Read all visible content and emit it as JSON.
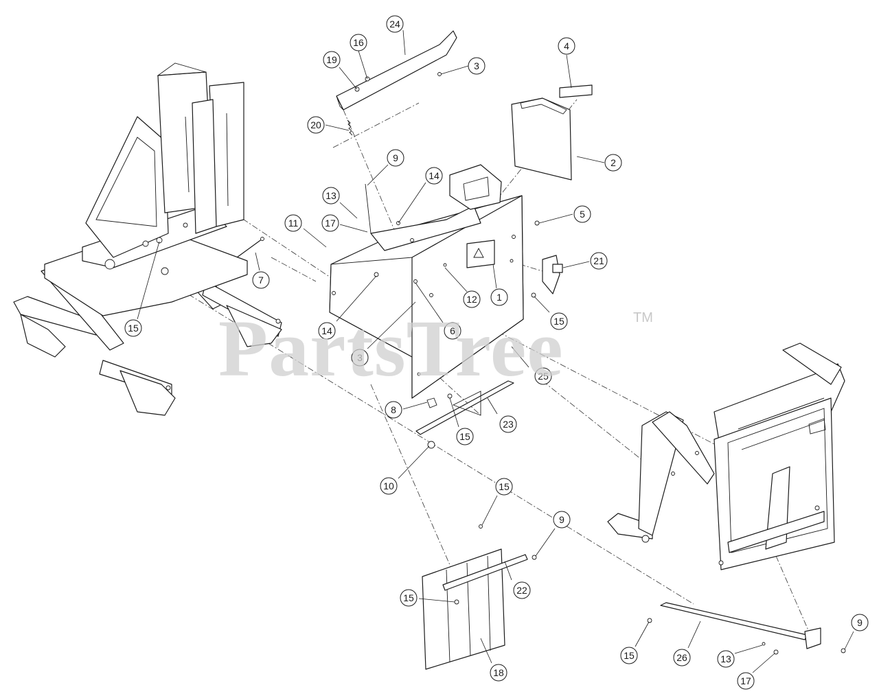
{
  "watermark": {
    "text": "PartsTree",
    "trademark": "TM"
  },
  "callouts": [
    {
      "id": "c24",
      "label": "24"
    },
    {
      "id": "c16",
      "label": "16"
    },
    {
      "id": "c19",
      "label": "19"
    },
    {
      "id": "c3a",
      "label": "3"
    },
    {
      "id": "c4",
      "label": "4"
    },
    {
      "id": "c20",
      "label": "20"
    },
    {
      "id": "c2",
      "label": "2"
    },
    {
      "id": "c9a",
      "label": "9"
    },
    {
      "id": "c14a",
      "label": "14"
    },
    {
      "id": "c13a",
      "label": "13"
    },
    {
      "id": "c5",
      "label": "5"
    },
    {
      "id": "c11",
      "label": "11"
    },
    {
      "id": "c17a",
      "label": "17"
    },
    {
      "id": "c21",
      "label": "21"
    },
    {
      "id": "c7",
      "label": "7"
    },
    {
      "id": "c12",
      "label": "12"
    },
    {
      "id": "c1",
      "label": "1"
    },
    {
      "id": "c15a",
      "label": "15"
    },
    {
      "id": "c15b",
      "label": "15"
    },
    {
      "id": "c14b",
      "label": "14"
    },
    {
      "id": "c6",
      "label": "6"
    },
    {
      "id": "c3b",
      "label": "3"
    },
    {
      "id": "c25",
      "label": "25"
    },
    {
      "id": "c8",
      "label": "8"
    },
    {
      "id": "c23",
      "label": "23"
    },
    {
      "id": "c15c",
      "label": "15"
    },
    {
      "id": "c10",
      "label": "10"
    },
    {
      "id": "c15d",
      "label": "15"
    },
    {
      "id": "c9b",
      "label": "9"
    },
    {
      "id": "c22",
      "label": "22"
    },
    {
      "id": "c15e",
      "label": "15"
    },
    {
      "id": "c18",
      "label": "18"
    },
    {
      "id": "c9c",
      "label": "9"
    },
    {
      "id": "c15f",
      "label": "15"
    },
    {
      "id": "c26",
      "label": "26"
    },
    {
      "id": "c13b",
      "label": "13"
    },
    {
      "id": "c17b",
      "label": "17"
    }
  ]
}
